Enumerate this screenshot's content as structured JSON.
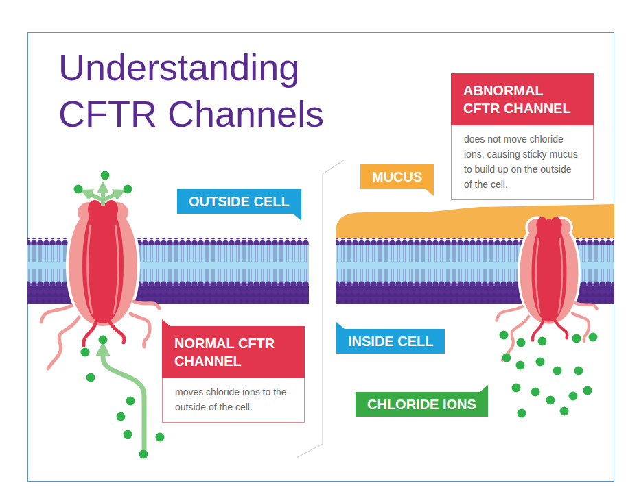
{
  "diagram": {
    "title": "Understanding CFTR Channels",
    "nodes": [
      {
        "text": [
          "ABNORMAL CFTR CHANNEL",
          "does not move chloride ions, causing sticky mucus to build up on the outside of the cell."
        ]
      },
      {
        "text": [
          "MUCUS"
        ]
      },
      {
        "text": [
          "OUTSIDE CELL"
        ]
      },
      {
        "text": [
          "NORMAL CFTR CHANNEL",
          "moves chloride ions to the outside of the cell."
        ]
      },
      {
        "text": [
          "INSIDE CELL"
        ]
      },
      {
        "text": [
          "CHLORIDE IONS"
        ]
      }
    ]
  }
}
